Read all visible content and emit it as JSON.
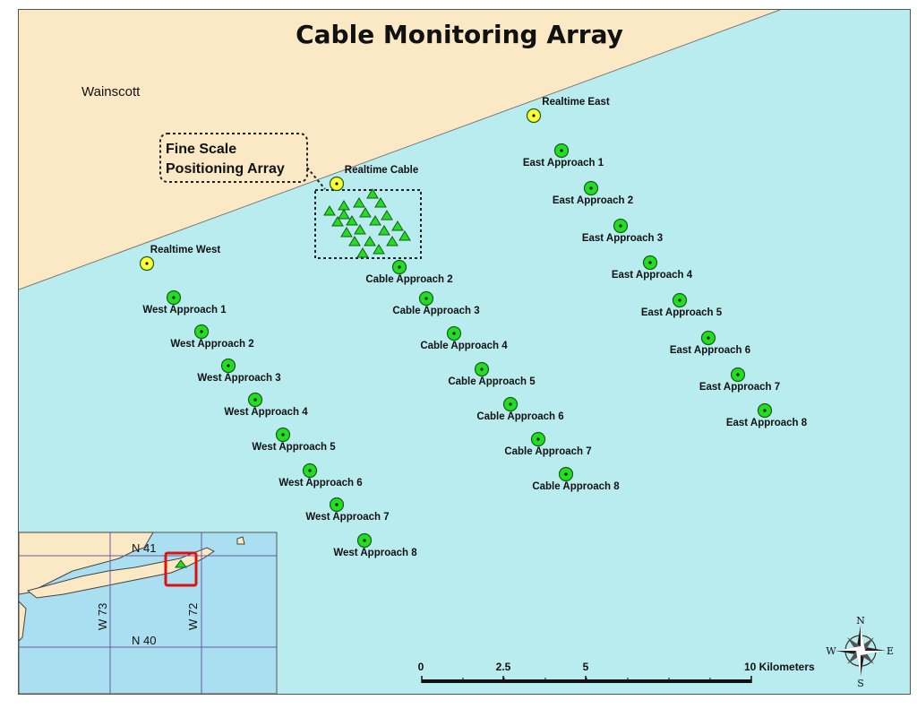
{
  "map": {
    "title": "Cable Monitoring Array",
    "place_label": "Wainscott",
    "callout": {
      "line1": "Fine Scale",
      "line2": "Positioning Array"
    },
    "colors": {
      "water": "#b9ecef",
      "land": "#fbe9c6",
      "receiver": "#22dd22",
      "realtime": "#ffff33",
      "box_border": "#222222"
    },
    "realtime_stations": [
      "Realtime East",
      "Realtime Cable",
      "Realtime West"
    ],
    "west_approach": [
      "West Approach 1",
      "West Approach 2",
      "West Approach 3",
      "West Approach 4",
      "West Approach 5",
      "West Approach 6",
      "West Approach 7",
      "West Approach 8"
    ],
    "cable_approach": [
      "Cable Approach 2",
      "Cable Approach 3",
      "Cable Approach 4",
      "Cable Approach 5",
      "Cable Approach 6",
      "Cable Approach 7",
      "Cable Approach 8"
    ],
    "east_approach": [
      "East Approach 1",
      "East Approach 2",
      "East Approach 3",
      "East Approach 4",
      "East Approach 5",
      "East Approach 6",
      "East Approach 7",
      "East Approach 8"
    ],
    "fine_scale_receiver_count": 21,
    "scale_bar": {
      "labels": [
        "0",
        "2.5",
        "5",
        "10 Kilometers"
      ]
    },
    "compass": {
      "n": "N",
      "s": "S",
      "e": "E",
      "w": "W"
    },
    "inset": {
      "lat_labels": [
        "N 41",
        "N 40"
      ],
      "lon_labels": [
        "W 73",
        "W 72"
      ],
      "highlight_color": "#e01010"
    }
  }
}
